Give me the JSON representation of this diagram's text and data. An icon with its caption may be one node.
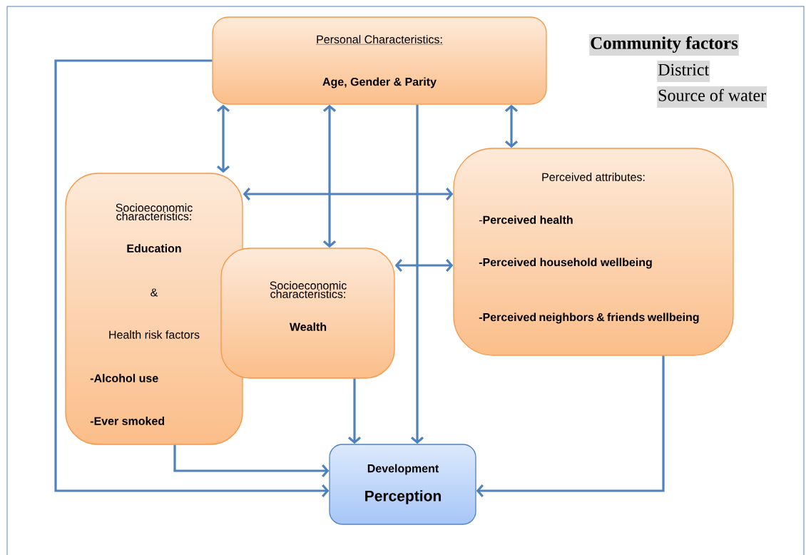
{
  "diagram": {
    "nodes": [
      {
        "text": [
          "Personal Characteristics:",
          "Age, Gender & Parity"
        ]
      },
      {
        "text": [
          "Socioeconomic characteristics:",
          "Education",
          "&",
          "Health risk factors",
          "-Alcohol use",
          "-Ever smoked"
        ]
      },
      {
        "text": [
          "Socioeconomic characteristics:",
          "Wealth"
        ]
      },
      {
        "text": [
          "Perceived attributes:",
          "-**Perceived health**",
          "-Perceived household wellbeing",
          "-Perceived neighbors & friends wellbeing"
        ]
      },
      {
        "text": [
          "Development",
          "Perception"
        ]
      }
    ],
    "edges": [
      {
        "from": 0,
        "to": 1,
        "arrow": "both"
      },
      {
        "from": 0,
        "to": 2,
        "arrow": "both"
      },
      {
        "from": 0,
        "to": 4,
        "arrow": "to"
      },
      {
        "from": 0,
        "to": 3,
        "arrow": "both"
      },
      {
        "from": 0,
        "to": 4,
        "arrow": "to"
      },
      {
        "from": 1,
        "to": 3,
        "arrow": "both"
      },
      {
        "from": 2,
        "to": 3,
        "arrow": "both"
      },
      {
        "from": 1,
        "to": 4,
        "arrow": "to"
      },
      {
        "from": 2,
        "to": 4,
        "arrow": "to"
      },
      {
        "from": 3,
        "to": 4,
        "arrow": "to"
      }
    ],
    "labels": [
      "Community factors",
      "District",
      "Source of water"
    ]
  }
}
